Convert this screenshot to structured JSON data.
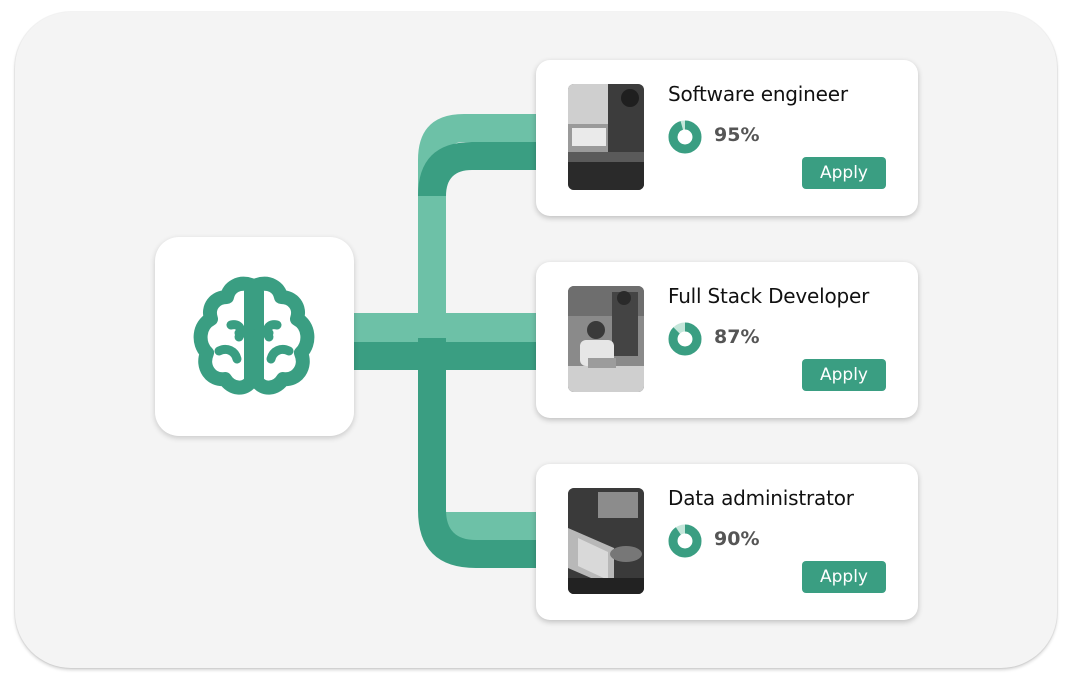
{
  "colors": {
    "accent": "#3a9e82",
    "accent_light": "#6dc1a7",
    "panel_bg": "#f4f4f4",
    "card_bg": "#ffffff"
  },
  "center_icon": "brain-icon",
  "jobs": [
    {
      "title": "Software engineer",
      "match": "95%",
      "match_value": 95,
      "apply_label": "Apply",
      "photo": "person-at-laptop-photo"
    },
    {
      "title": "Full Stack Developer",
      "match": "87%",
      "match_value": 87,
      "apply_label": "Apply",
      "photo": "team-meeting-photo"
    },
    {
      "title": "Data administrator",
      "match": "90%",
      "match_value": 90,
      "apply_label": "Apply",
      "photo": "hands-typing-laptop-photo"
    }
  ]
}
